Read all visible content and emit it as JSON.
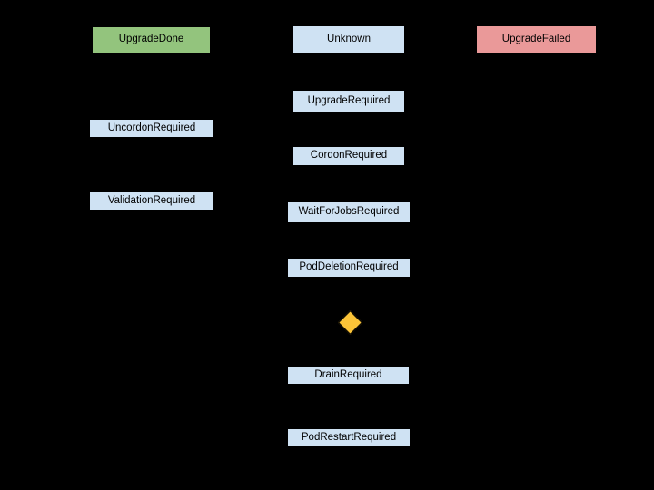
{
  "diagram": {
    "background_color": "#000000",
    "text_color": "#000000",
    "nodes": {
      "upgrade_done": {
        "label": "UpgradeDone",
        "color": "#93c47d",
        "shape": "rect"
      },
      "unknown": {
        "label": "Unknown",
        "color": "#cfe2f3",
        "shape": "rect"
      },
      "upgrade_failed": {
        "label": "UpgradeFailed",
        "color": "#ea9999",
        "shape": "rect"
      },
      "upgrade_required": {
        "label": "UpgradeRequired",
        "color": "#cfe2f3",
        "shape": "rect"
      },
      "uncordon_required": {
        "label": "UncordonRequired",
        "color": "#cfe2f3",
        "shape": "rect"
      },
      "cordon_required": {
        "label": "CordonRequired",
        "color": "#cfe2f3",
        "shape": "rect"
      },
      "validation_required": {
        "label": "ValidationRequired",
        "color": "#cfe2f3",
        "shape": "rect"
      },
      "wait_for_jobs_required": {
        "label": "WaitForJobsRequired",
        "color": "#cfe2f3",
        "shape": "rect"
      },
      "pod_deletion_required": {
        "label": "PodDeletionRequired",
        "color": "#cfe2f3",
        "shape": "rect"
      },
      "decision": {
        "label": "",
        "color": "#fcc438",
        "shape": "diamond"
      },
      "drain_required": {
        "label": "DrainRequired",
        "color": "#cfe2f3",
        "shape": "rect"
      },
      "pod_restart_required": {
        "label": "PodRestartRequired",
        "color": "#cfe2f3",
        "shape": "rect"
      }
    }
  }
}
